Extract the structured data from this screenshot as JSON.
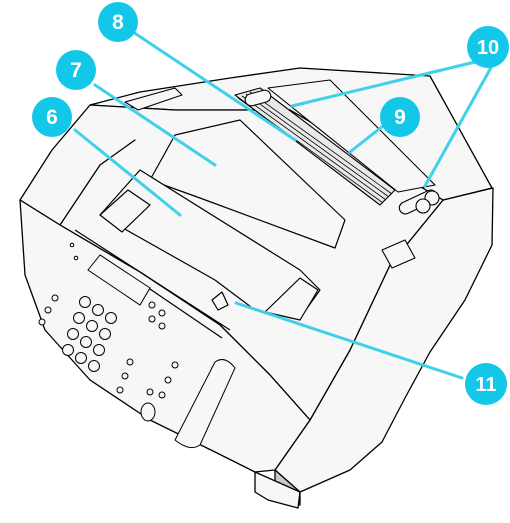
{
  "colors": {
    "callout_fill": "#12c7e8",
    "callout_text": "#ffffff",
    "leader_line": "#3fd0ea",
    "device_fill": "#f7f7f7",
    "device_outline": "#000000",
    "shadow": "#c9c9c9"
  },
  "callouts": [
    {
      "id": "callout-6",
      "label": "6"
    },
    {
      "id": "callout-7",
      "label": "7"
    },
    {
      "id": "callout-8",
      "label": "8"
    },
    {
      "id": "callout-9",
      "label": "9"
    },
    {
      "id": "callout-10",
      "label": "10"
    },
    {
      "id": "callout-11",
      "label": "11"
    }
  ]
}
